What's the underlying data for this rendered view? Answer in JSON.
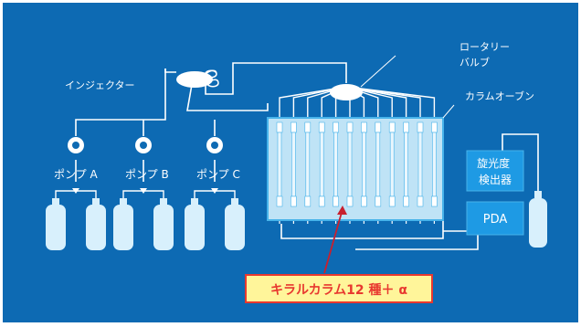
{
  "labels": {
    "injector": "インジェクター",
    "rotary_valve": [
      "ロータリー",
      "バルブ"
    ],
    "column_oven": "カラムオーブン",
    "pump_a": "ポンプ A",
    "pump_b": "ポンプ B",
    "pump_c": "ポンプ C",
    "polarimeter": [
      "旋光度",
      "検出器"
    ],
    "pda": "PDA",
    "chiral_columns": "キラルカラム12 種＋ α"
  },
  "colors": {
    "background": "#0d6ab3",
    "line": "#ffffff",
    "oven_fill": "#bfe3f6",
    "oven_border": "#47b3ea",
    "column_fill": "#e9f6fd",
    "bottle_fill": "#d8f0fc",
    "detector_fill": "#1e9ae4",
    "callout_fill": "#fff59a",
    "callout_border": "#e8382f",
    "callout_text": "#e8382f",
    "pointer": "#c8202e"
  },
  "icons": {
    "pump": "pump-icon",
    "bottle": "solvent-bottle-icon",
    "mixing_valve": "mixing-valve-icon",
    "injector": "injector-loop-icon",
    "rotary_valve": "rotary-valve-icon"
  },
  "column_count": 12
}
